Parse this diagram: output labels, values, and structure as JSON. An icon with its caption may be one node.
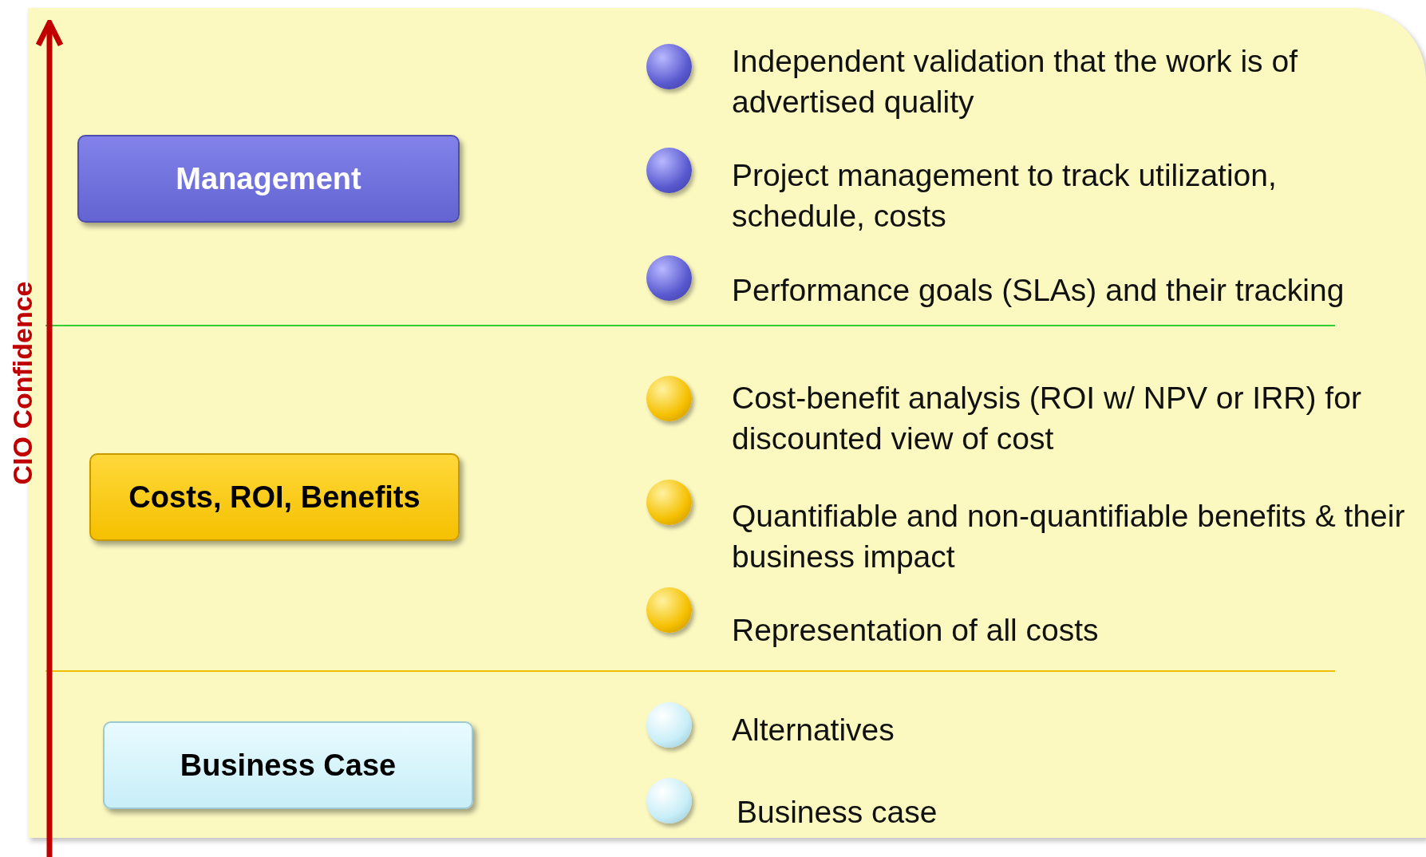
{
  "diagram": {
    "nodes": [
      {
        "text": [
          "Management"
        ]
      },
      {
        "text": [
          "Costs, ROI, Benefits"
        ]
      },
      {
        "text": [
          "Business Case"
        ]
      }
    ],
    "labels": [
      "CIO Confidence",
      "Independent validation that the work is of advertised quality",
      "Project management to track utilization, schedule, costs",
      "Performance goals (SLAs) and their tracking",
      "Cost-benefit analysis (ROI w/ NPV or IRR) for discounted view of cost",
      "Quantifiable and non-quantifiable benefits & their business impact",
      "Representation of all costs",
      "Alternatives",
      "Business case"
    ]
  }
}
